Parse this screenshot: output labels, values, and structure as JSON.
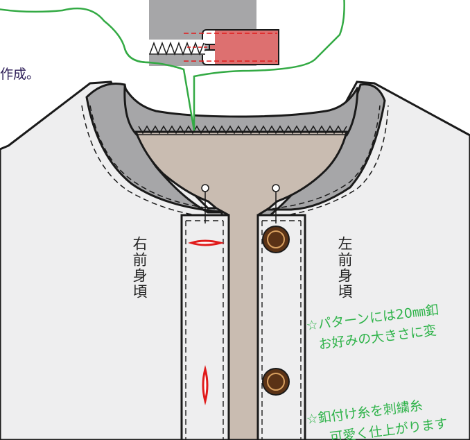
{
  "callout": {
    "caption_fragment": "作成。"
  },
  "labels": {
    "right_front": "右前身頃",
    "left_front": "左前身頃"
  },
  "notes": [
    {
      "line1": "☆パターンには20㎜釦",
      "line2": "お好みの大きさに変"
    },
    {
      "line1": "☆釦付け糸を刺繍糸",
      "line2": "可愛く仕上がります"
    }
  ],
  "colors": {
    "rib": "#a6a6a8",
    "inner": "#c9bcb1",
    "body": "#eeeeef",
    "callout_border": "#33aa44",
    "note_text": "#2fb34a",
    "buttonhole": "#e01a1a",
    "button": "#5a3216",
    "binding": "#dd7070"
  },
  "icons": {
    "pins": "pin-icon",
    "buttons": "button-icon",
    "buttonholes": "buttonhole-icon"
  }
}
